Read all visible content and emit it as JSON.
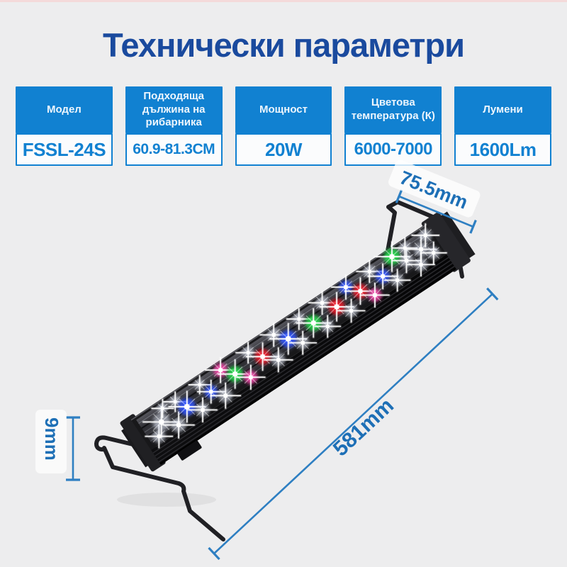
{
  "page": {
    "title": "Технически параметри"
  },
  "theme": {
    "accent_blue": "#1181d1",
    "title_blue": "#1a4a9e",
    "dimension_blue": "#2e7fc2",
    "background": "#ededee",
    "top_strip_pink": "#f4dada"
  },
  "specs": [
    {
      "label": "Модел",
      "value": "FSSL-24S"
    },
    {
      "label": "Подходяща дължина на рибарника",
      "value": "60.9-81.3CM"
    },
    {
      "label": "Мощност",
      "value": "20W"
    },
    {
      "label": "Цветова температура (К)",
      "value": "6000-7000"
    },
    {
      "label": "Лумени",
      "value": "1600Lm"
    }
  ],
  "dimensions": {
    "width_label": "75.5mm",
    "length_label": "581mm",
    "height_label": "9mm"
  },
  "product": {
    "led_palette": {
      "w": "#e8efff",
      "r": "#f01828",
      "g": "#23d848",
      "b": "#2f52ff",
      "m": "#f03fa4"
    },
    "leds": [
      [
        20,
        42,
        "w",
        1.0
      ],
      [
        34,
        27,
        "w",
        1.35
      ],
      [
        52,
        44,
        "w",
        1.15
      ],
      [
        46,
        12,
        "w",
        0.8
      ],
      [
        66,
        14,
        "w",
        0.85
      ],
      [
        76,
        29,
        "b",
        1.35
      ],
      [
        92,
        45,
        "w",
        1.05
      ],
      [
        108,
        13,
        "w",
        0.8
      ],
      [
        116,
        30,
        "b",
        1.0
      ],
      [
        130,
        46,
        "w",
        1.1
      ],
      [
        144,
        12,
        "m",
        1.1
      ],
      [
        158,
        28,
        "g",
        1.25
      ],
      [
        174,
        44,
        "m",
        1.05
      ],
      [
        190,
        13,
        "w",
        0.9
      ],
      [
        204,
        29,
        "r",
        1.2
      ],
      [
        220,
        45,
        "w",
        1.05
      ],
      [
        234,
        12,
        "w",
        1.0
      ],
      [
        248,
        28,
        "b",
        1.35
      ],
      [
        262,
        44,
        "w",
        1.0
      ],
      [
        276,
        13,
        "w",
        0.9
      ],
      [
        290,
        29,
        "g",
        1.25
      ],
      [
        304,
        44,
        "w",
        0.95
      ],
      [
        316,
        12,
        "w",
        1.0
      ],
      [
        330,
        28,
        "r",
        1.25
      ],
      [
        344,
        44,
        "w",
        1.0
      ],
      [
        356,
        12,
        "b",
        1.05
      ],
      [
        370,
        28,
        "r",
        1.15
      ],
      [
        384,
        44,
        "m",
        1.05
      ],
      [
        396,
        12,
        "w",
        0.95
      ],
      [
        408,
        28,
        "b",
        1.1
      ],
      [
        422,
        44,
        "w",
        0.95
      ],
      [
        434,
        12,
        "g",
        1.3
      ],
      [
        448,
        28,
        "w",
        1.05
      ],
      [
        462,
        44,
        "w",
        1.0
      ],
      [
        456,
        12,
        "w",
        0.9
      ],
      [
        474,
        26,
        "w",
        1.1
      ],
      [
        486,
        40,
        "w",
        0.95
      ],
      [
        490,
        13,
        "w",
        1.0
      ]
    ]
  }
}
